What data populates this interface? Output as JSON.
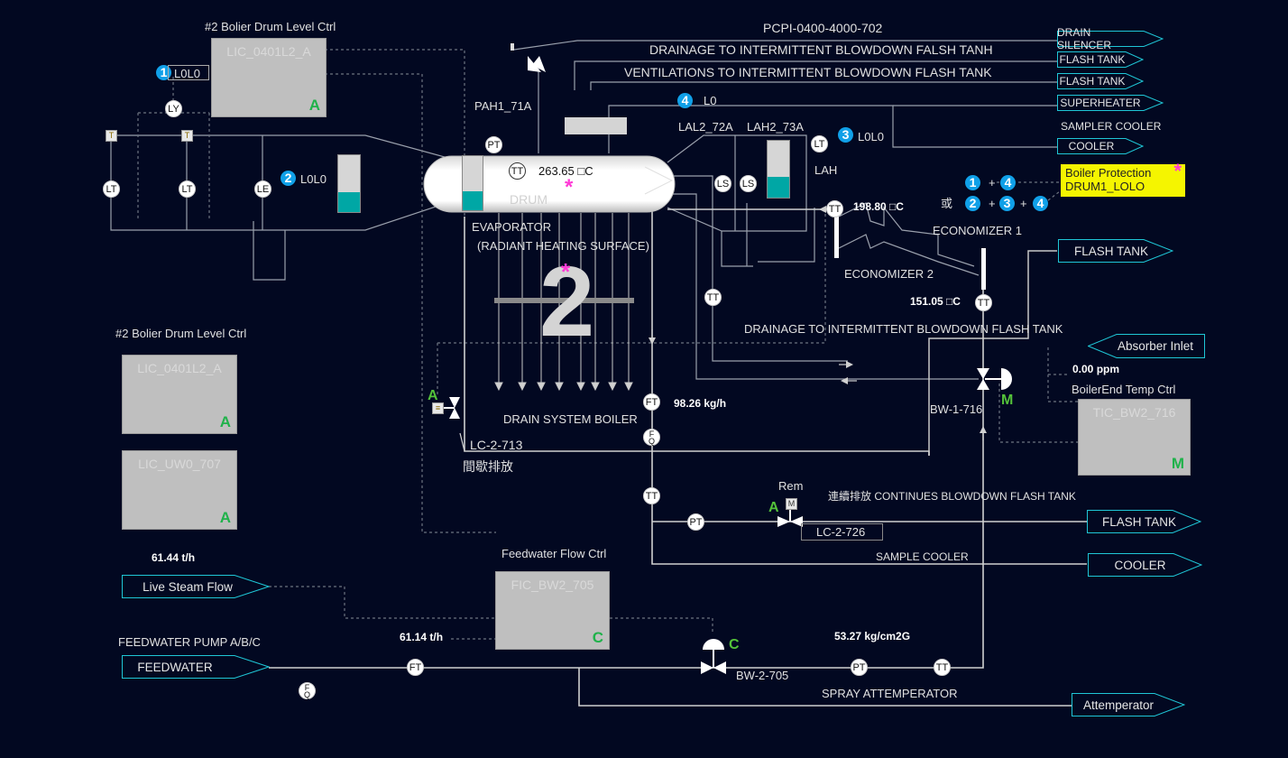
{
  "colors": {
    "background": "#020821",
    "pipe": "#c8c8c8",
    "offpage_border": "#1fc6d6",
    "controller_bg": "#bfbfbf",
    "mode_green": "#1fb24a",
    "level_fill": "#00a7a5",
    "badge": "#10a0e8",
    "protection_bg": "#f5f500",
    "alarm_star": "#ff3ad6"
  },
  "header": {
    "pipe_code": "PCPI-0400-4000-702"
  },
  "top_lines": {
    "drainage": "DRAINAGE TO INTERMITTENT BLOWDOWN FALSH TANH",
    "ventilations": "VENTILATIONS TO INTERMITTENT BLOWDOWN FLASH TANK",
    "sampler_cooler": "SAMPLER COOLER"
  },
  "offpage": {
    "drain_silencer": "DRAIN SILENCER",
    "flash_tank_1": "FLASH TANK",
    "flash_tank_2": "FLASH TANK",
    "superheater": "SUPERHEATER",
    "cooler_top": "COOLER",
    "flash_tank_eco": "FLASH TANK",
    "absorber_inlet": "Absorber Inlet",
    "flash_tank_cont": "FLASH TANK",
    "cooler_bottom": "COOLER",
    "live_steam": "Live Steam Flow",
    "feedwater": "FEEDWATER",
    "attemperator": "Attemperator"
  },
  "controllers": {
    "top": {
      "title": "#2 Bolier Drum Level Ctrl",
      "tag": "LIC_0401L2_A",
      "mode": "A"
    },
    "left_title": "#2 Bolier Drum Level Ctrl",
    "left1": {
      "tag": "LIC_0401L2_A",
      "mode": "A"
    },
    "left2": {
      "tag": "LIC_UW0_707",
      "mode": "A"
    },
    "feedwater": {
      "title": "Feedwater Flow Ctrl",
      "tag": "FIC_BW2_705",
      "mode": "C"
    },
    "boilerend": {
      "title": "BoilerEnd Temp Ctrl",
      "tag": "TIC_BW2_716",
      "mode": "M"
    }
  },
  "alarms": {
    "a1": {
      "num": "1",
      "label": "L0L0"
    },
    "a2": {
      "num": "2",
      "label": "L0L0"
    },
    "a3": {
      "num": "3",
      "label": "L0L0"
    },
    "a4": {
      "num": "4",
      "label": "L0"
    },
    "lah": "LAH",
    "lal_tag": "LAL2_72A",
    "lah_tag": "LAH2_73A",
    "pah_tag": "PAH1_71A"
  },
  "protection": {
    "line1": "Boiler Protection",
    "line2": "DRUM1_LOLO",
    "star": "*",
    "plus": "+",
    "or": "或",
    "logic_row1": [
      "1",
      "4"
    ],
    "logic_row2": [
      "2",
      "3",
      "4"
    ]
  },
  "drum": {
    "label": "DRUM",
    "temp": "263.65 □C",
    "star": "*",
    "level_pct": 35
  },
  "levels": {
    "left_pct": 35,
    "right_pct": 37
  },
  "evaporator": {
    "line1": "EVAPORATOR",
    "line2": "(RADIANT HEATING SURFACE)",
    "unit_number": "2",
    "star": "*"
  },
  "economizer": {
    "eco1": "ECONOMIZER 1",
    "eco2": "ECONOMIZER 2",
    "temp_in": "198.80 □C",
    "temp_out": "151.05 □C"
  },
  "drainage_bottom": "DRAINAGE TO INTERMITTENT BLOWDOWN FLASH TANK",
  "drain_system": {
    "label": "DRAIN SYSTEM BOILER",
    "flow": "98.26 kg/h",
    "valve_tag": "LC-2-713",
    "valve_mode": "A",
    "chinese": "間歇排放"
  },
  "continuous": {
    "label": "連續排放 CONTINUES BLOWDOWN FLASH TANK",
    "rem": "Rem",
    "valve_tag": "LC-2-726",
    "valve_mode": "A",
    "sample_cooler": "SAMPLE COOLER"
  },
  "bw1": {
    "tag": "BW-1-716",
    "mode": "M",
    "ppm": "0.00 ppm"
  },
  "feed": {
    "pump_label": "FEEDWATER PUMP A/B/C",
    "steam_flow": "61.44 t/h",
    "feed_flow": "61.14 t/h",
    "valve_tag": "BW-2-705",
    "valve_mode": "C",
    "pressure": "53.27 kg/cm2G",
    "spray": "SPRAY ATTEMPERATOR"
  },
  "instruments": {
    "PT": "PT",
    "TT": "TT",
    "LT": "LT",
    "LY": "LY",
    "LE": "LE",
    "LS": "LS",
    "FT": "FT",
    "FQ": "F\nQ",
    "T": "T",
    "M": "M"
  }
}
